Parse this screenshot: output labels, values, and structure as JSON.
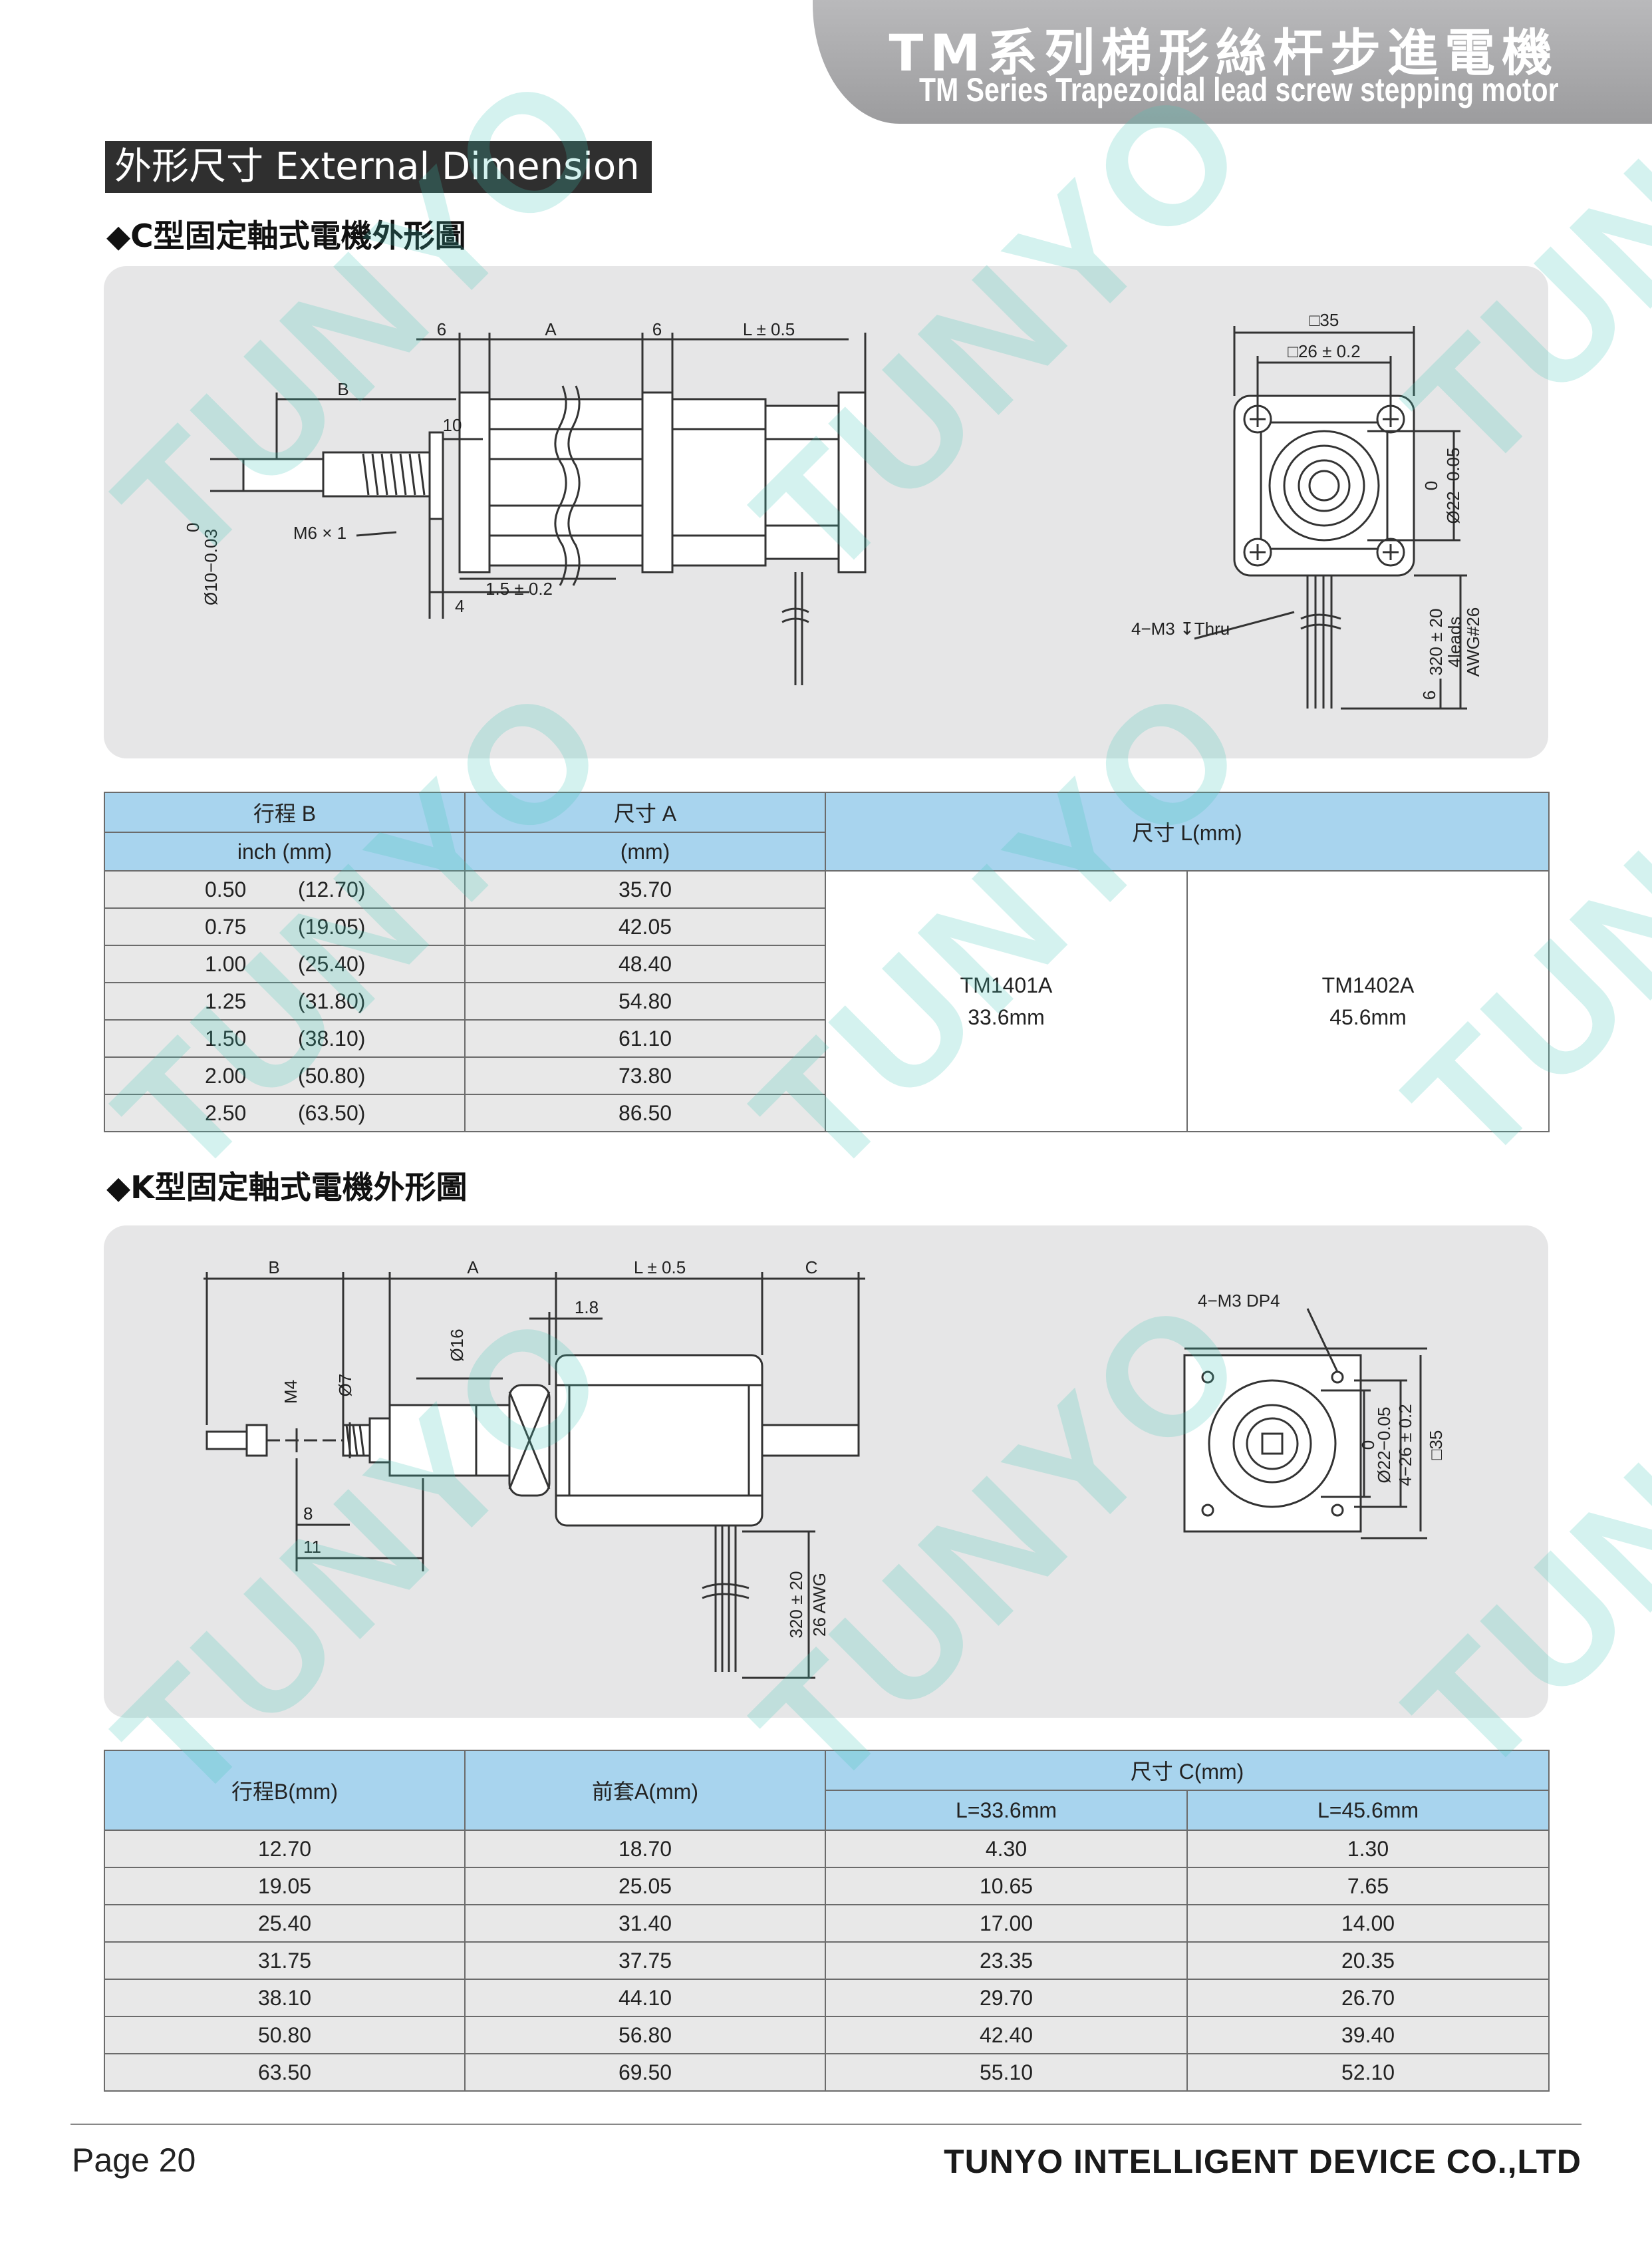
{
  "header": {
    "title_zh": "TM系列梯形絲杆步進電機",
    "title_en": "TM Series Trapezoidal lead screw stepping motor"
  },
  "section": {
    "heading": "外形尺寸 External Dimension"
  },
  "c_type": {
    "subheading": "◆C型固定軸式電機外形圖",
    "drawing_labels": {
      "d6a": "6",
      "dA": "A",
      "d6b": "6",
      "dL": "L ± 0.5",
      "dB": "B",
      "d10": "10",
      "thread": "M6 × 1",
      "shaft_tol": "0",
      "shaft_dia": "Ø10−0.03",
      "d15": "1.5 ± 0.2",
      "d4": "4",
      "sq35": "□35",
      "sq26": "□26 ± 0.2",
      "boss_tol": "0",
      "boss_dia": "Ø22−0.05",
      "holes": "4−M3 ↧Thru",
      "lead_len": "320 ± 20",
      "leads": "4leads",
      "awg": "AWG#26",
      "d6c": "6"
    },
    "table": {
      "stroke_header": "行程 B",
      "stroke_unit": "inch (mm)",
      "a_header": "尺寸 A",
      "a_unit": "(mm)",
      "l_header": "尺寸 L(mm)",
      "rows": [
        {
          "inch": "0.50",
          "mm": "(12.70)",
          "a": "35.70"
        },
        {
          "inch": "0.75",
          "mm": "(19.05)",
          "a": "42.05"
        },
        {
          "inch": "1.00",
          "mm": "(25.40)",
          "a": "48.40"
        },
        {
          "inch": "1.25",
          "mm": "(31.80)",
          "a": "54.80"
        },
        {
          "inch": "1.50",
          "mm": "(38.10)",
          "a": "61.10"
        },
        {
          "inch": "2.00",
          "mm": "(50.80)",
          "a": "73.80"
        },
        {
          "inch": "2.50",
          "mm": "(63.50)",
          "a": "86.50"
        }
      ],
      "model1": "TM1401A",
      "model1_len": "33.6mm",
      "model2": "TM1402A",
      "model2_len": "45.6mm"
    }
  },
  "k_type": {
    "subheading": "◆K型固定軸式電機外形圖",
    "drawing_labels": {
      "dB": "B",
      "dA": "A",
      "dL": "L ± 0.5",
      "dC": "C",
      "d18": "1.8",
      "d16": "Ø16",
      "m4": "M4",
      "d7": "Ø7",
      "d8": "8",
      "d11": "11",
      "lead_len": "320 ± 20",
      "awg": "26 AWG",
      "holes": "4−M3  DP4",
      "boss_tol": "0",
      "boss_dia": "Ø22−0.05",
      "sq26": "4−26 ± 0.2",
      "sq35": "□35"
    },
    "table": {
      "stroke_header": "行程B(mm)",
      "front_header": "前套A(mm)",
      "c_header": "尺寸 C(mm)",
      "l1": "L=33.6mm",
      "l2": "L=45.6mm",
      "rows": [
        {
          "b": "12.70",
          "a": "18.70",
          "c1": "4.30",
          "c2": "1.30"
        },
        {
          "b": "19.05",
          "a": "25.05",
          "c1": "10.65",
          "c2": "7.65"
        },
        {
          "b": "25.40",
          "a": "31.40",
          "c1": "17.00",
          "c2": "14.00"
        },
        {
          "b": "31.75",
          "a": "37.75",
          "c1": "23.35",
          "c2": "20.35"
        },
        {
          "b": "38.10",
          "a": "44.10",
          "c1": "29.70",
          "c2": "26.70"
        },
        {
          "b": "50.80",
          "a": "56.80",
          "c1": "42.40",
          "c2": "39.40"
        },
        {
          "b": "63.50",
          "a": "69.50",
          "c1": "55.10",
          "c2": "52.10"
        }
      ]
    }
  },
  "watermark": "TUNYO",
  "footer": {
    "page": "Page 20",
    "company": "TUNYO INTELLIGENT DEVICE CO.,LTD"
  }
}
